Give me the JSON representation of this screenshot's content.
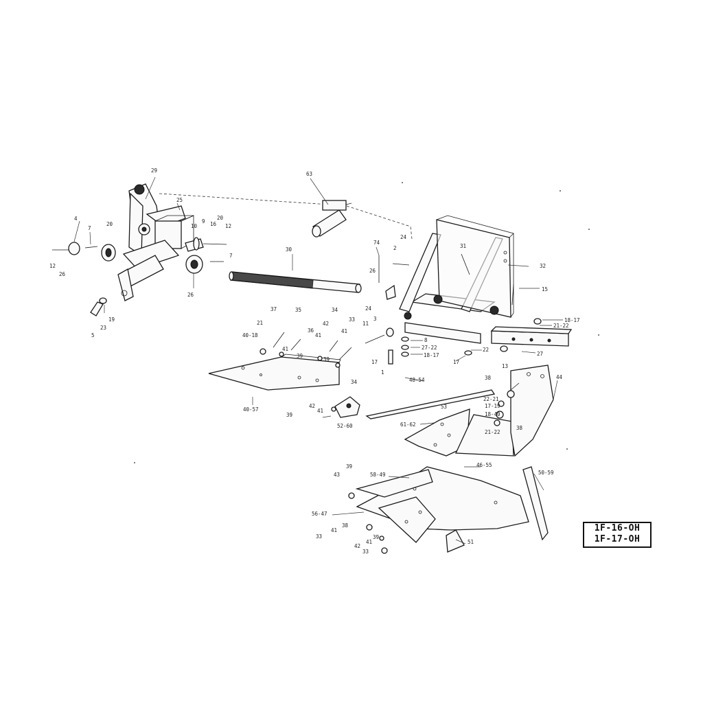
{
  "model_codes": [
    "1F-16-OH",
    "1F-17-OH"
  ],
  "callouts": [
    {
      "id": "c29",
      "text": "29"
    },
    {
      "id": "c63",
      "text": "63"
    },
    {
      "id": "c25",
      "text": "25"
    },
    {
      "id": "c4",
      "text": "4"
    },
    {
      "id": "c7a",
      "text": "7"
    },
    {
      "id": "c20a",
      "text": "20"
    },
    {
      "id": "c10",
      "text": "10"
    },
    {
      "id": "c9",
      "text": "9"
    },
    {
      "id": "c20b",
      "text": "20"
    },
    {
      "id": "c16",
      "text": "16"
    },
    {
      "id": "c12a",
      "text": "12"
    },
    {
      "id": "c12b",
      "text": "12"
    },
    {
      "id": "c26a",
      "text": "26"
    },
    {
      "id": "c7b",
      "text": "7"
    },
    {
      "id": "c30",
      "text": "30"
    },
    {
      "id": "c26b",
      "text": "26"
    },
    {
      "id": "c74",
      "text": "74"
    },
    {
      "id": "c2",
      "text": "2"
    },
    {
      "id": "c24a",
      "text": "24"
    },
    {
      "id": "c31",
      "text": "31"
    },
    {
      "id": "c32",
      "text": "32"
    },
    {
      "id": "c26c",
      "text": "26"
    },
    {
      "id": "c15",
      "text": "15"
    },
    {
      "id": "c19",
      "text": "19"
    },
    {
      "id": "c23",
      "text": "23"
    },
    {
      "id": "c5",
      "text": "5"
    },
    {
      "id": "c24b",
      "text": "24"
    },
    {
      "id": "c3",
      "text": "3"
    },
    {
      "id": "c18_17a",
      "text": "18-17"
    },
    {
      "id": "c21_22a",
      "text": "21-22"
    },
    {
      "id": "c37",
      "text": "37"
    },
    {
      "id": "c35",
      "text": "35"
    },
    {
      "id": "c34a",
      "text": "34"
    },
    {
      "id": "c33a",
      "text": "33"
    },
    {
      "id": "c11",
      "text": "11"
    },
    {
      "id": "c21",
      "text": "21"
    },
    {
      "id": "c40_18",
      "text": "40-18"
    },
    {
      "id": "c41a",
      "text": "41"
    },
    {
      "id": "c39a",
      "text": "39"
    },
    {
      "id": "c36",
      "text": "36"
    },
    {
      "id": "c41b",
      "text": "41"
    },
    {
      "id": "c42a",
      "text": "42"
    },
    {
      "id": "c39b",
      "text": "39"
    },
    {
      "id": "c41c",
      "text": "41"
    },
    {
      "id": "c8",
      "text": "8"
    },
    {
      "id": "c27_22",
      "text": "27-22"
    },
    {
      "id": "c18_17b",
      "text": "18-17"
    },
    {
      "id": "c22",
      "text": "22"
    },
    {
      "id": "c17a",
      "text": "17"
    },
    {
      "id": "c17b",
      "text": "17"
    },
    {
      "id": "c1",
      "text": "1"
    },
    {
      "id": "c27",
      "text": "27"
    },
    {
      "id": "c13",
      "text": "13"
    },
    {
      "id": "c34b",
      "text": "34"
    },
    {
      "id": "c38a",
      "text": "38"
    },
    {
      "id": "c44",
      "text": "44"
    },
    {
      "id": "c48_54",
      "text": "48-54"
    },
    {
      "id": "c22_21",
      "text": "22-21"
    },
    {
      "id": "c40_57",
      "text": "40-57"
    },
    {
      "id": "c17_19",
      "text": "17-19"
    },
    {
      "id": "c53",
      "text": "53"
    },
    {
      "id": "c42b",
      "text": "42"
    },
    {
      "id": "c41d",
      "text": "41"
    },
    {
      "id": "c39c",
      "text": "39"
    },
    {
      "id": "c52_60",
      "text": "52-60"
    },
    {
      "id": "c18_40",
      "text": "18-40"
    },
    {
      "id": "c61_62",
      "text": "61-62"
    },
    {
      "id": "c38b",
      "text": "38"
    },
    {
      "id": "c21_22b",
      "text": "21-22"
    },
    {
      "id": "c39d",
      "text": "39"
    },
    {
      "id": "c58_49",
      "text": "58-49"
    },
    {
      "id": "c46_55",
      "text": "46-55"
    },
    {
      "id": "c43",
      "text": "43"
    },
    {
      "id": "c50_59",
      "text": "50-59"
    },
    {
      "id": "c56_47",
      "text": "56-47"
    },
    {
      "id": "c38c",
      "text": "38"
    },
    {
      "id": "c41e",
      "text": "41"
    },
    {
      "id": "c33b",
      "text": "33"
    },
    {
      "id": "c39e",
      "text": "39"
    },
    {
      "id": "c41f",
      "text": "41"
    },
    {
      "id": "c42c",
      "text": "42"
    },
    {
      "id": "c33c",
      "text": "33"
    },
    {
      "id": "c51",
      "text": "51"
    }
  ]
}
